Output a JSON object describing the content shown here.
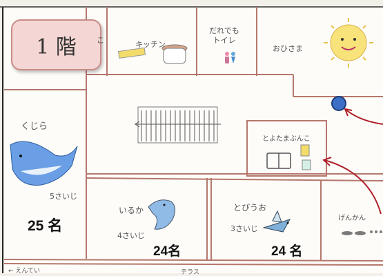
{
  "floor_label": "1 階",
  "rooms": {
    "kitchen": "キッチン",
    "toilet": "だれでも\nトイレ",
    "sun": "おひさま",
    "whale": "くじら",
    "whale_age": "5さいじ",
    "dolphin": "いるか",
    "dolphin_age": "4さいじ",
    "flyingfish": "とびうお",
    "flyingfish_age": "3さいじ",
    "library": "とよたまぶんこ",
    "entrance": "げんかん",
    "garden": "← えんてい",
    "terrace": "テラス"
  },
  "counts": {
    "whale": "25 名",
    "dolphin": "24名",
    "flyingfish": "24 名"
  },
  "colors": {
    "wall": "#b5776c",
    "arrow": "#b0202a",
    "marker": "#3d6fc6",
    "badge_bg": "#f4d7d4"
  }
}
